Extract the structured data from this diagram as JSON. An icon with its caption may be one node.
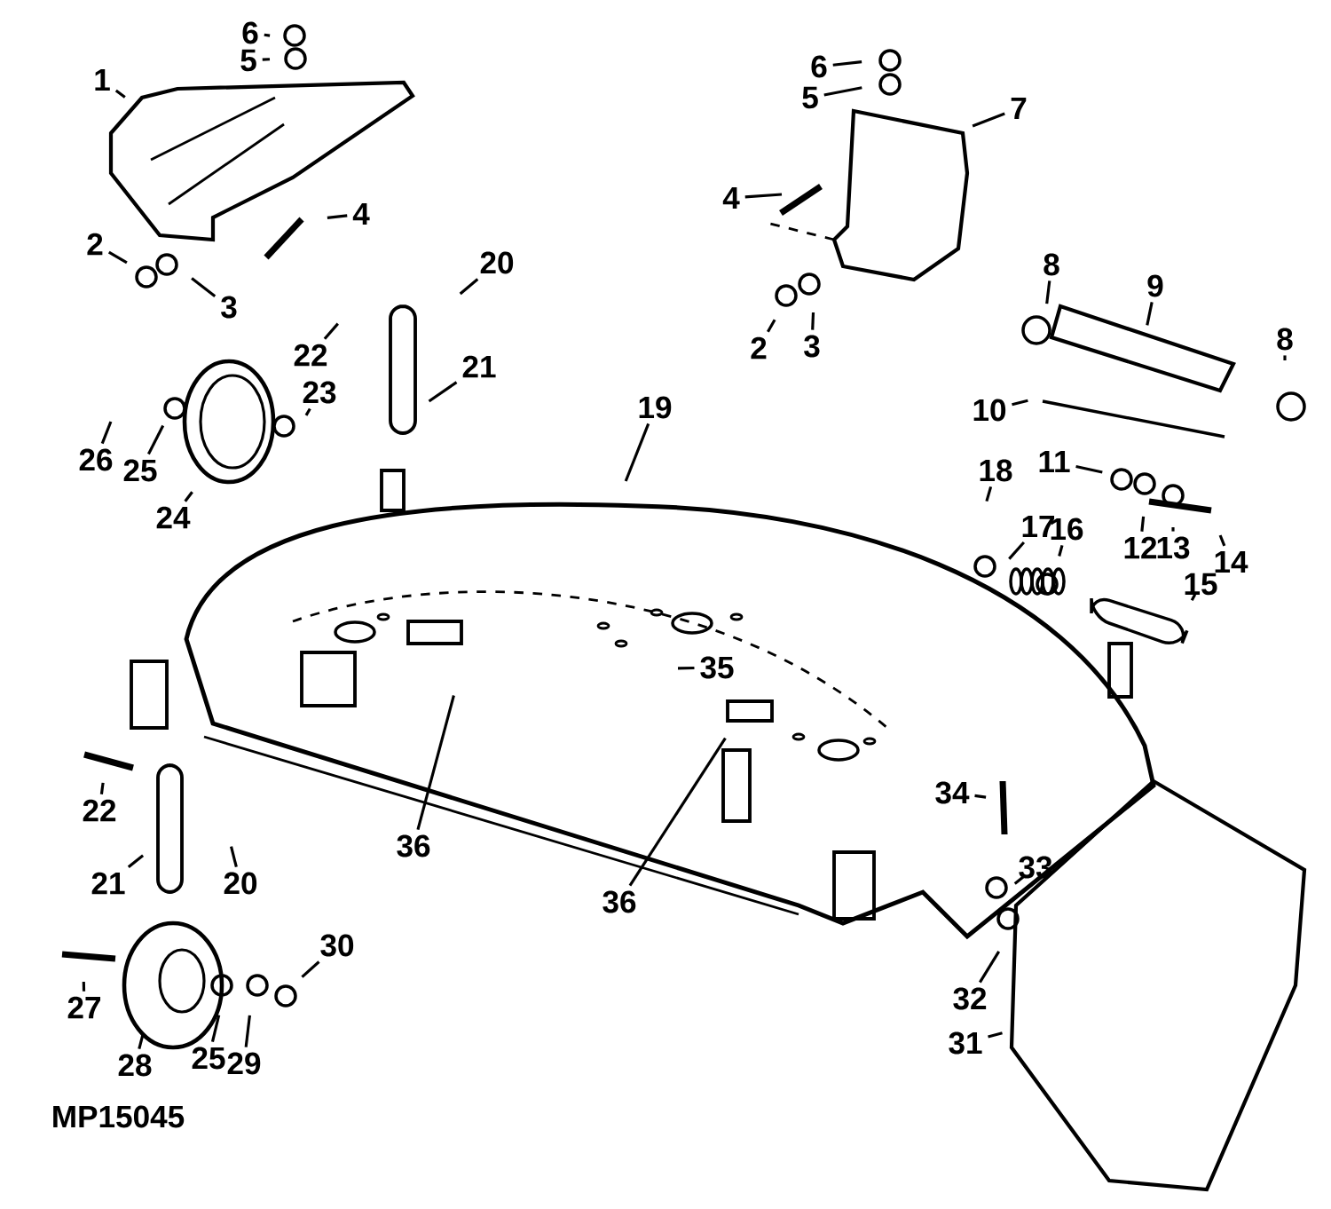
{
  "diagram": {
    "nodes": [
      {
        "text": [
          "1"
        ]
      },
      {
        "text": [
          "6"
        ]
      },
      {
        "text": [
          "5"
        ]
      },
      {
        "text": [
          "4"
        ]
      },
      {
        "text": [
          "2"
        ]
      },
      {
        "text": [
          "3"
        ]
      },
      {
        "text": [
          "20"
        ]
      },
      {
        "text": [
          "22"
        ]
      },
      {
        "text": [
          "21"
        ]
      },
      {
        "text": [
          "23"
        ]
      },
      {
        "text": [
          "26"
        ]
      },
      {
        "text": [
          "25"
        ]
      },
      {
        "text": [
          "24"
        ]
      },
      {
        "text": [
          "6"
        ]
      },
      {
        "text": [
          "5"
        ]
      },
      {
        "text": [
          "7"
        ]
      },
      {
        "text": [
          "4"
        ]
      },
      {
        "text": [
          "2"
        ]
      },
      {
        "text": [
          "3"
        ]
      },
      {
        "text": [
          "8"
        ]
      },
      {
        "text": [
          "9"
        ]
      },
      {
        "text": [
          "8"
        ]
      },
      {
        "text": [
          "10"
        ]
      },
      {
        "text": [
          "11"
        ]
      },
      {
        "text": [
          "18"
        ]
      },
      {
        "text": [
          "17"
        ]
      },
      {
        "text": [
          "16"
        ]
      },
      {
        "text": [
          "12"
        ]
      },
      {
        "text": [
          "13"
        ]
      },
      {
        "text": [
          "14"
        ]
      },
      {
        "text": [
          "15"
        ]
      },
      {
        "text": [
          "19"
        ]
      },
      {
        "text": [
          "35"
        ]
      },
      {
        "text": [
          "36"
        ]
      },
      {
        "text": [
          "36"
        ]
      },
      {
        "text": [
          "34"
        ]
      },
      {
        "text": [
          "22"
        ]
      },
      {
        "text": [
          "21"
        ]
      },
      {
        "text": [
          "20"
        ]
      },
      {
        "text": [
          "33"
        ]
      },
      {
        "text": [
          "32"
        ]
      },
      {
        "text": [
          "30"
        ]
      },
      {
        "text": [
          "27"
        ]
      },
      {
        "text": [
          "28"
        ]
      },
      {
        "text": [
          "25"
        ]
      },
      {
        "text": [
          "29"
        ]
      },
      {
        "text": [
          "31"
        ]
      }
    ],
    "edges": [
      {
        "from": 0,
        "to": null,
        "arrow": "none"
      },
      {
        "from": 1,
        "to": null,
        "arrow": "none"
      },
      {
        "from": 2,
        "to": null,
        "arrow": "none"
      },
      {
        "from": 3,
        "to": null,
        "arrow": "none"
      },
      {
        "from": 4,
        "to": null,
        "arrow": "none"
      },
      {
        "from": 5,
        "to": null,
        "arrow": "none"
      },
      {
        "from": 6,
        "to": null,
        "arrow": "none"
      },
      {
        "from": 7,
        "to": null,
        "arrow": "none"
      },
      {
        "from": 8,
        "to": null,
        "arrow": "none"
      },
      {
        "from": 9,
        "to": null,
        "arrow": "none"
      },
      {
        "from": 10,
        "to": null,
        "arrow": "none"
      },
      {
        "from": 11,
        "to": null,
        "arrow": "none"
      },
      {
        "from": 12,
        "to": null,
        "arrow": "none"
      },
      {
        "from": 13,
        "to": null,
        "arrow": "none"
      },
      {
        "from": 14,
        "to": null,
        "arrow": "none"
      },
      {
        "from": 15,
        "to": null,
        "arrow": "none"
      },
      {
        "from": 16,
        "to": null,
        "arrow": "none"
      },
      {
        "from": 17,
        "to": null,
        "arrow": "none"
      },
      {
        "from": 18,
        "to": null,
        "arrow": "none"
      },
      {
        "from": 19,
        "to": null,
        "arrow": "none"
      },
      {
        "from": 20,
        "to": null,
        "arrow": "none"
      },
      {
        "from": 21,
        "to": null,
        "arrow": "none"
      },
      {
        "from": 22,
        "to": null,
        "arrow": "none"
      },
      {
        "from": 23,
        "to": null,
        "arrow": "none"
      },
      {
        "from": 24,
        "to": null,
        "arrow": "none"
      },
      {
        "from": 25,
        "to": null,
        "arrow": "none"
      },
      {
        "from": 26,
        "to": null,
        "arrow": "none"
      },
      {
        "from": 27,
        "to": null,
        "arrow": "none"
      },
      {
        "from": 28,
        "to": null,
        "arrow": "none"
      },
      {
        "from": 29,
        "to": null,
        "arrow": "none"
      },
      {
        "from": 30,
        "to": null,
        "arrow": "none"
      },
      {
        "from": 31,
        "to": null,
        "arrow": "none"
      },
      {
        "from": 32,
        "to": null,
        "arrow": "none"
      },
      {
        "from": 33,
        "to": null,
        "arrow": "none"
      },
      {
        "from": 34,
        "to": null,
        "arrow": "none"
      },
      {
        "from": 35,
        "to": null,
        "arrow": "none"
      },
      {
        "from": 36,
        "to": null,
        "arrow": "none"
      },
      {
        "from": 37,
        "to": null,
        "arrow": "none"
      },
      {
        "from": 38,
        "to": null,
        "arrow": "none"
      },
      {
        "from": 39,
        "to": null,
        "arrow": "none"
      },
      {
        "from": 40,
        "to": null,
        "arrow": "none"
      },
      {
        "from": 41,
        "to": null,
        "arrow": "none"
      },
      {
        "from": 42,
        "to": null,
        "arrow": "none"
      },
      {
        "from": 43,
        "to": null,
        "arrow": "none"
      },
      {
        "from": 44,
        "to": null,
        "arrow": "none"
      },
      {
        "from": 45,
        "to": null,
        "arrow": "none"
      },
      {
        "from": 46,
        "to": null,
        "arrow": "none"
      }
    ],
    "labels": [
      "MP15045"
    ]
  }
}
